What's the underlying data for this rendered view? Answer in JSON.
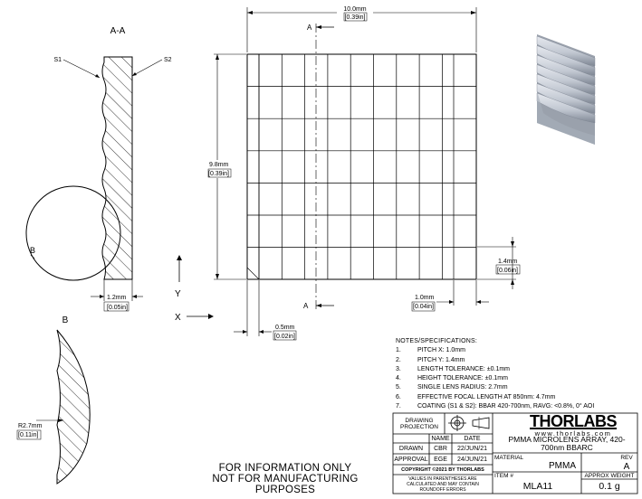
{
  "section": {
    "label": "A-A",
    "surface1": "S1",
    "surface2": "S2",
    "detail_ref": "B",
    "thickness_mm": "1.2mm",
    "thickness_in": "[0.05in]"
  },
  "front_view": {
    "section_marker": "A",
    "width_mm": "10.0mm",
    "width_in": "[0.39in]",
    "height_mm": "9.8mm",
    "height_in": "[0.39in]",
    "pitch_y_mm": "1.4mm",
    "pitch_y_in": "[0.06in]",
    "pitch_x_mm": "1.0mm",
    "pitch_x_in": "[0.04in]",
    "offset_mm": "0.5mm",
    "offset_in": "[0.02in]",
    "axis_y": "Y",
    "axis_x": "X"
  },
  "detail": {
    "label": "B",
    "radius_mm": "R2.7mm",
    "radius_in": "[0.11in]"
  },
  "notes": {
    "heading": "NOTES/SPECIFICATIONS:",
    "items": [
      {
        "num": "1.",
        "text": "PITCH X: 1.0mm"
      },
      {
        "num": "2.",
        "text": "PITCH Y: 1.4mm"
      },
      {
        "num": "3.",
        "text": "LENGTH TOLERANCE: ±0.1mm"
      },
      {
        "num": "4.",
        "text": "HEIGHT TOLERANCE: ±0.1mm"
      },
      {
        "num": "5.",
        "text": "SINGLE LENS RADIUS: 2.7mm"
      },
      {
        "num": "6.",
        "text": "EFFECTIVE FOCAL LENGTH AT 850nm: 4.7mm"
      },
      {
        "num": "7.",
        "text": "COATING (S1 & S2): BBAR 420-700nm, RAVG: <0.8%, 0° AOI"
      }
    ]
  },
  "disclaimer": {
    "line1": "FOR INFORMATION ONLY",
    "line2": "NOT FOR MANUFACTURING PURPOSES"
  },
  "title_block": {
    "projection_label": "DRAWING PROJECTION",
    "name_header": "NAME",
    "date_header": "DATE",
    "drawn_label": "DRAWN",
    "drawn_name": "CBR",
    "drawn_date": "22/JUN/21",
    "approval_label": "APPROVAL",
    "approval_name": "EGE",
    "approval_date": "24/JUN/21",
    "copyright": "COPYRIGHT ©2021 BY THORLABS",
    "values_note": "VALUES IN PARENTHESES ARE CALCULATED AND MAY CONTAIN ROUNDOFF ERRORS",
    "brand": "THORLABS",
    "website": "www.thorlabs.com",
    "title": "PMMA MICROLENS ARRAY, 420-700nm BBARC",
    "material_label": "MATERIAL",
    "material": "PMMA",
    "rev_label": "REV",
    "rev": "A",
    "item_label": "ITEM #",
    "item": "MLA11",
    "weight_label": "APPROX WEIGHT",
    "weight": "0.1 g"
  }
}
